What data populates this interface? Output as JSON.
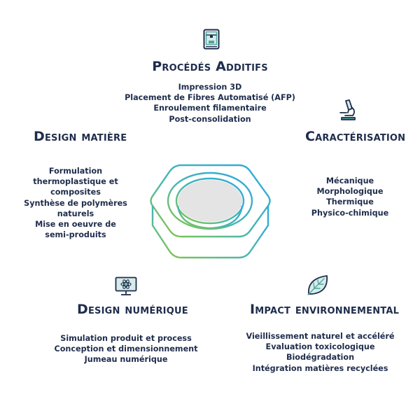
{
  "sections": {
    "additive": {
      "title": "Procédés Additifs",
      "items": [
        "Impression 3D",
        "Placement de Fibres Automatisé (AFP)",
        "Enroulement filamentaire",
        "Post-consolidation"
      ],
      "icon": "3d-printer-icon"
    },
    "material": {
      "title": "Design matière",
      "items": [
        "Formulation",
        "thermoplastique et",
        "composites",
        "Synthèse de polymères",
        "naturels",
        "Mise en oeuvre de",
        "semi-produits"
      ]
    },
    "characterization": {
      "title": "Caractérisation",
      "items": [
        "Mécanique",
        "Morphologique",
        "Thermique",
        "Physico-chimique"
      ],
      "icon": "microscope-icon"
    },
    "digital": {
      "title": "Design numérique",
      "items": [
        "Simulation produit et process",
        "Conception et dimensionnement",
        "Jumeau numérique"
      ],
      "icon": "monitor-atom-icon"
    },
    "environment": {
      "title": "Impact environnemental",
      "items": [
        "Vieillissement naturel et accéléré",
        "Evaluation toxicologique",
        "Biodégradation",
        "Intégration matières recyclées"
      ],
      "icon": "leaf-icon"
    }
  },
  "colors": {
    "text": "#1f2d4c",
    "gradient_start": "#2ea8e0",
    "gradient_end": "#8cc63f",
    "icon_teal": "#4ea79a"
  }
}
